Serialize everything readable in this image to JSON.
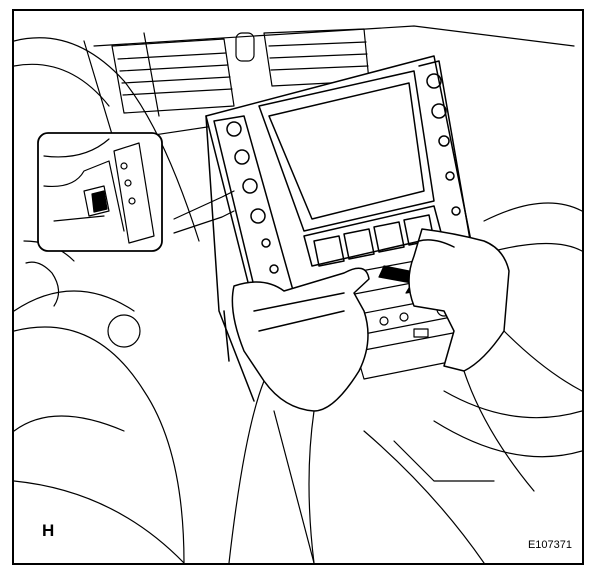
{
  "figure": {
    "view_letter": "H",
    "figure_id": "E107371",
    "subject": "audio-navigation-unit-removal",
    "stroke_color": "#000000",
    "background_color": "#ffffff"
  }
}
